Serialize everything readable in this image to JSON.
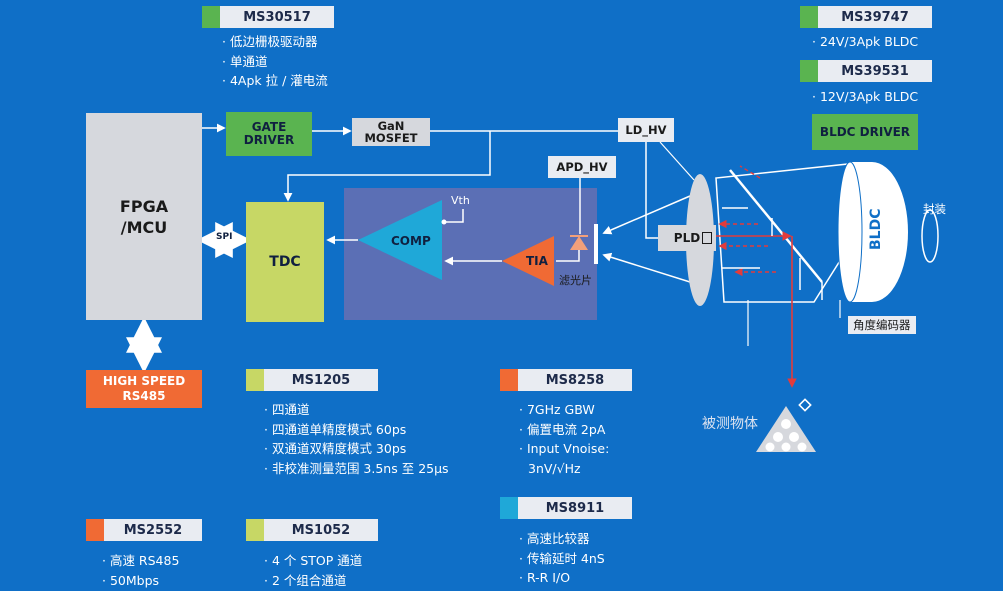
{
  "chips": {
    "ms30517": {
      "name": "MS30517",
      "color": "#5ab450"
    },
    "ms39747": {
      "name": "MS39747",
      "color": "#5ab450"
    },
    "ms39531": {
      "name": "MS39531",
      "color": "#5ab450"
    },
    "ms1205": {
      "name": "MS1205",
      "color": "#c7d765"
    },
    "ms8258": {
      "name": "MS8258",
      "color": "#f06a34"
    },
    "ms8911": {
      "name": "MS8911",
      "color": "#1fa8d8"
    },
    "ms2552": {
      "name": "MS2552",
      "color": "#f06a34"
    },
    "ms1052": {
      "name": "MS1052",
      "color": "#c7d765"
    }
  },
  "specs": {
    "ms30517": [
      "低边栅极驱动器",
      "单通道",
      "4Apk 拉 / 灌电流"
    ],
    "ms39747": [
      "24V/3Apk BLDC"
    ],
    "ms39531": [
      "12V/3Apk BLDC"
    ],
    "ms1205": [
      "四通道",
      "四通道单精度模式 60ps",
      "双通道双精度模式 30ps",
      "非校准测量范围 3.5ns 至 25μs"
    ],
    "ms8258": [
      "7GHz GBW",
      "偏置电流 2pA",
      "Input Vnoise:"
    ],
    "ms8258_cont": "3nV/√Hz",
    "ms8911": [
      "高速比较器",
      "传输延时 4nS",
      "R-R I/O"
    ],
    "ms2552": [
      "高速 RS485",
      "50Mbps"
    ],
    "ms1052": [
      "4 个 STOP 通道",
      "2 个组合通道"
    ]
  },
  "blocks": {
    "fpga_line1": "FPGA",
    "fpga_line2": "/MCU",
    "gate_line1": "GATE",
    "gate_line2": "DRIVER",
    "gan_line1": "GaN",
    "gan_line2": "MOSFET",
    "ld_hv": "LD_HV",
    "apd_hv": "APD_HV",
    "tdc": "TDC",
    "comp": "COMP",
    "tia": "TIA",
    "vth": "Vth",
    "filter": "滤光片",
    "pld": "PLD",
    "spi": "SPI",
    "hs_line1": "HIGH SPEED",
    "hs_line2": "RS485",
    "bldc_driver": "BLDC DRIVER",
    "bldc": "BLDC",
    "package": "封装",
    "encoder": "角度编码器",
    "target": "被测物体"
  }
}
